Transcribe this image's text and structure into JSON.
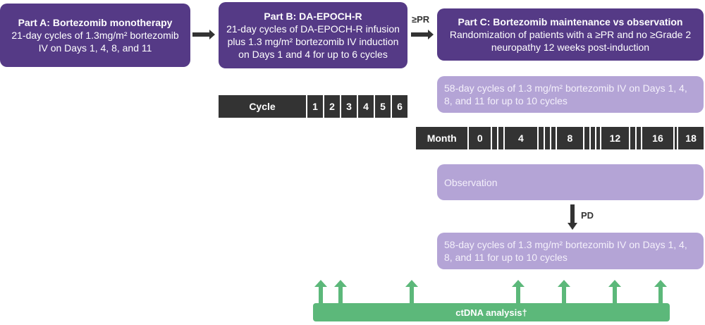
{
  "part_a": {
    "title": "Part A: Bortezomib monotherapy",
    "text": "21-day cycles of 1.3mg/m² bortezomib IV on Days 1, 4, 8, and 11"
  },
  "part_b": {
    "title": "Part B: DA-EPOCH-R",
    "text": "21-day cycles of DA-EPOCH-R infusion plus 1.3 mg/m² bortezomib IV induction on Days 1 and 4 for up to 6 cycles"
  },
  "part_c": {
    "title": "Part C: Bortezomib maintenance vs observation",
    "text": "Randomization of patients with a ≥PR and no ≥Grade 2 neuropathy 12 weeks post-induction"
  },
  "arrow_label_pr": "≥PR",
  "maintenance_arm": "58-day cycles of 1.3 mg/m² bortezomib IV on Days 1, 4, 8, and 11 for up to 10 cycles",
  "observation_arm": "Observation",
  "arrow_label_pd": "PD",
  "crossover_arm": "58-day cycles of 1.3 mg/m² bortezomib IV on Days 1, 4, 8, and 11 for up to 10 cycles",
  "cycle_bar": {
    "label": "Cycle",
    "cells": [
      "1",
      "2",
      "3",
      "4",
      "5",
      "6"
    ]
  },
  "month_bar": {
    "label": "Month",
    "cells": [
      "0",
      "",
      "",
      "4",
      "",
      "",
      "",
      "8",
      "",
      "",
      "",
      "12",
      "",
      "",
      "16",
      "",
      "18"
    ]
  },
  "ctdna": {
    "label": "ctDNA analysis†",
    "timepoints": 7
  },
  "colors": {
    "dark_purple": "#553a86",
    "light_purple": "#b4a4d6",
    "timeline": "#333333",
    "ctdna_green": "#5cb87a"
  }
}
